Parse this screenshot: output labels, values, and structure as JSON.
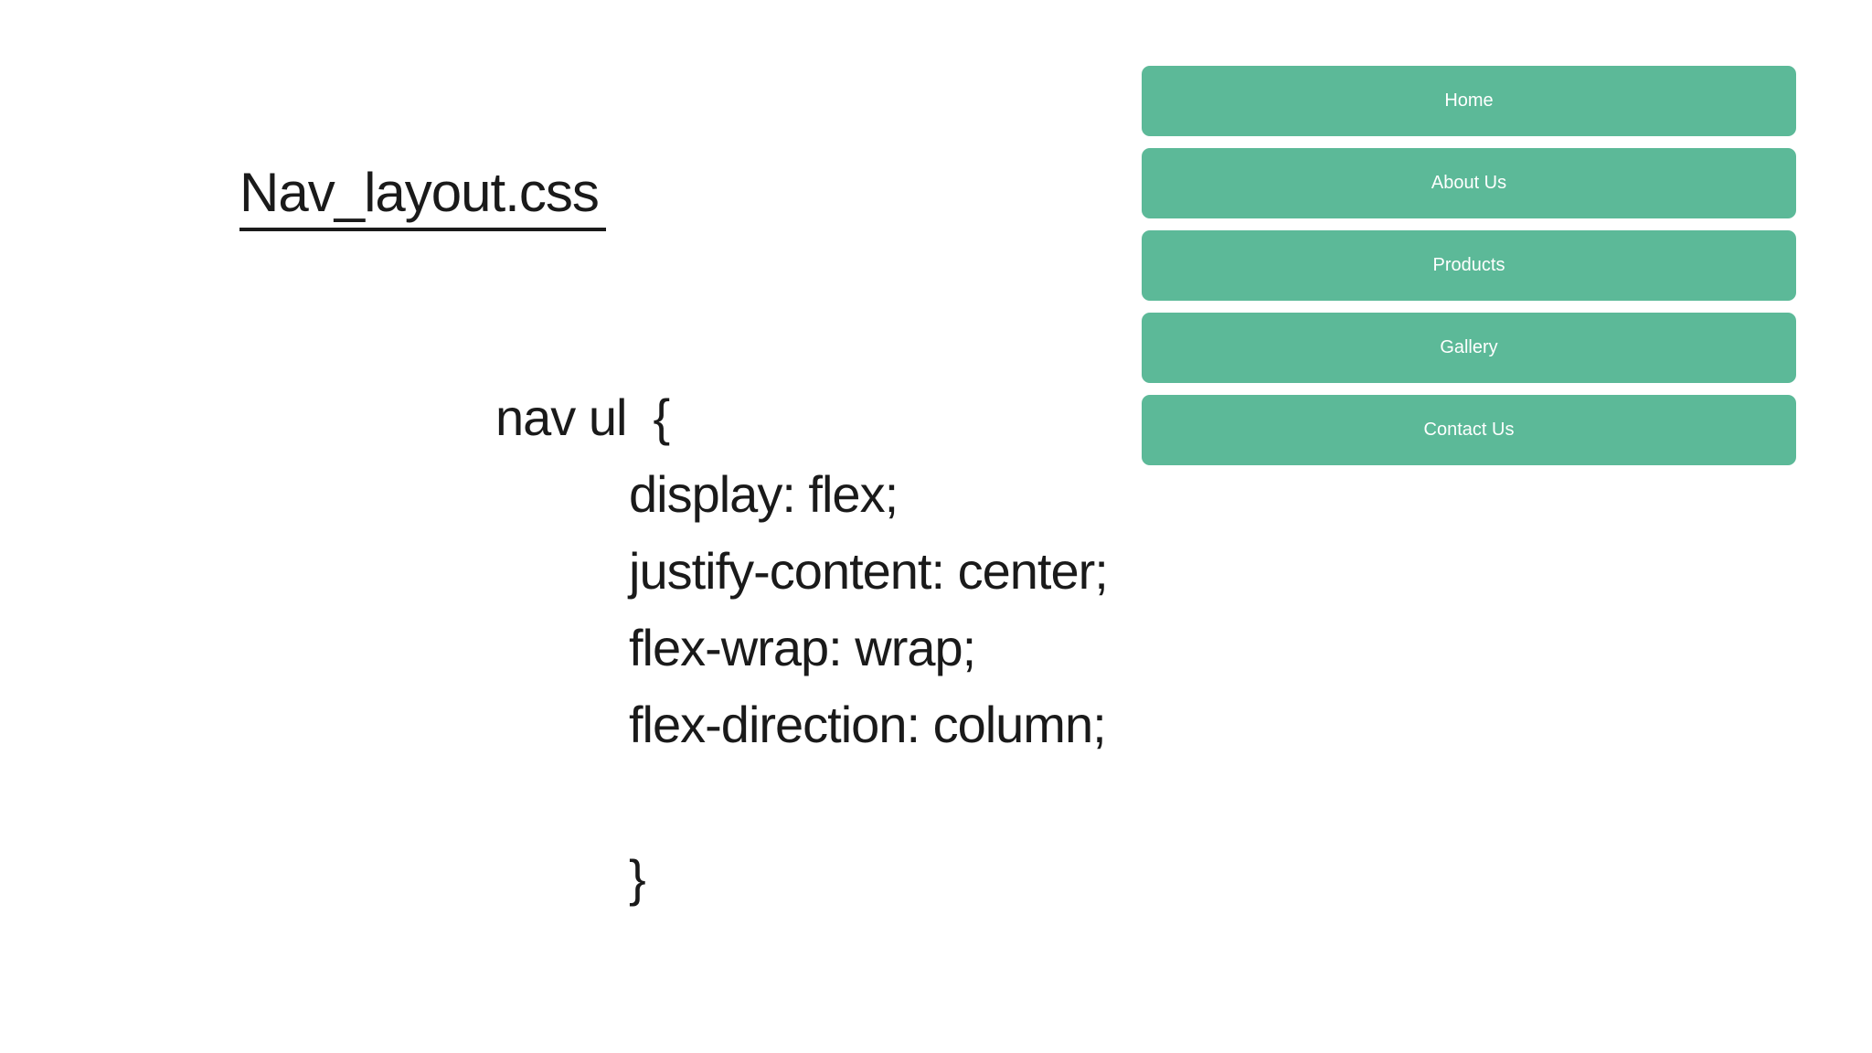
{
  "page": {
    "background_color": "#ffffff",
    "text_color": "#1a1a1a"
  },
  "title": {
    "text": "Nav_layout.css"
  },
  "code": {
    "lines": [
      {
        "text": "nav ul  {",
        "indent": 0
      },
      {
        "text": "display: flex;",
        "indent": 1
      },
      {
        "text": "justify-content: center;",
        "indent": 1
      },
      {
        "text": "flex-wrap: wrap;",
        "indent": 1
      },
      {
        "text": "flex-direction: column;",
        "indent": 1
      },
      {
        "text": "",
        "indent": 1
      },
      {
        "text": "}",
        "indent": 1
      }
    ]
  },
  "nav": {
    "button_color": "#5cb998",
    "text_color": "#ffffff",
    "items": [
      {
        "label": "Home"
      },
      {
        "label": "About Us"
      },
      {
        "label": "Products"
      },
      {
        "label": "Gallery"
      },
      {
        "label": "Contact Us"
      }
    ]
  }
}
